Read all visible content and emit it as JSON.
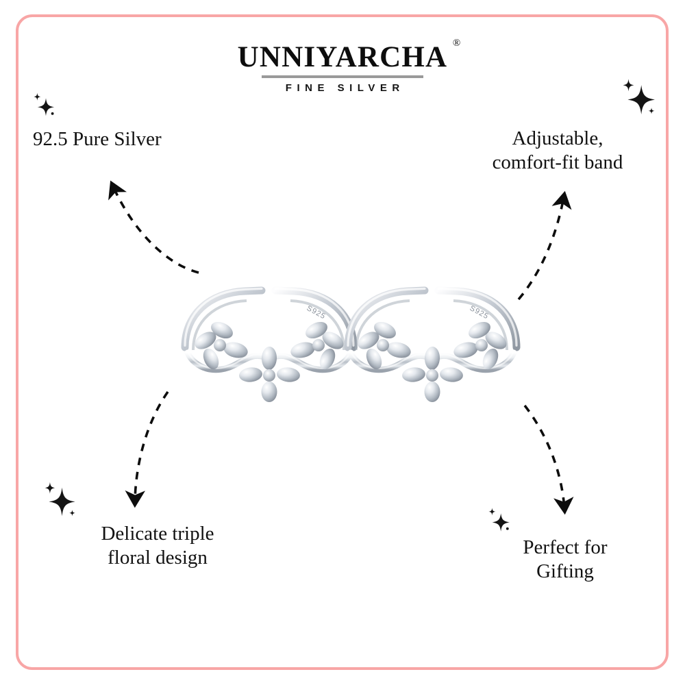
{
  "frame": {
    "border_color": "#f8a6a6",
    "background": "#ffffff"
  },
  "brand": {
    "wordmark": "UNNIYARCHA",
    "registered_mark": "®",
    "tagline": "FINE SILVER"
  },
  "features": [
    {
      "id": "purity",
      "label": "92.5 Pure Silver",
      "position": "top-left",
      "sparkle": "sparkle-icon"
    },
    {
      "id": "band",
      "label": "Adjustable,\ncomfort-fit band",
      "position": "top-right",
      "sparkle": "sparkle-icon"
    },
    {
      "id": "design",
      "label": "Delicate triple\nfloral design",
      "position": "bottom-left",
      "sparkle": "sparkle-icon"
    },
    {
      "id": "gifting",
      "label": "Perfect for\nGifting",
      "position": "bottom-right",
      "sparkle": "sparkle-icon"
    }
  ],
  "product": {
    "name": "silver-floral-adjustable-toe-ring-pair",
    "count": 2,
    "hallmark": "S925",
    "metal_color": "#d9dde2",
    "highlight_color": "#ffffff",
    "shadow_color": "#8b929c"
  },
  "arrows": {
    "color": "#0d0d0d",
    "style": "dashed-curved",
    "items": [
      {
        "id": "arrow-to-purity",
        "points_to": "top-left"
      },
      {
        "id": "arrow-to-band",
        "points_to": "top-right"
      },
      {
        "id": "arrow-to-design",
        "points_to": "bottom-left"
      },
      {
        "id": "arrow-to-gifting",
        "points_to": "bottom-right"
      }
    ]
  }
}
